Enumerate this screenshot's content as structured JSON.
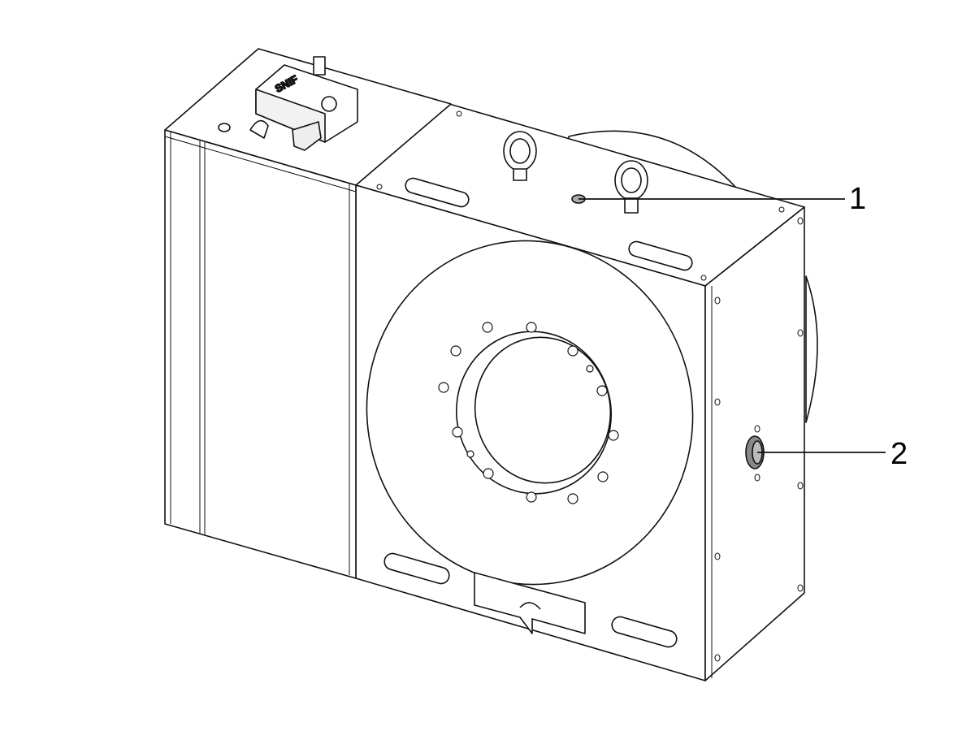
{
  "diagram": {
    "callouts": [
      {
        "id": "1",
        "label": "1"
      },
      {
        "id": "2",
        "label": "2"
      }
    ],
    "brand_mark": "SNIF"
  }
}
